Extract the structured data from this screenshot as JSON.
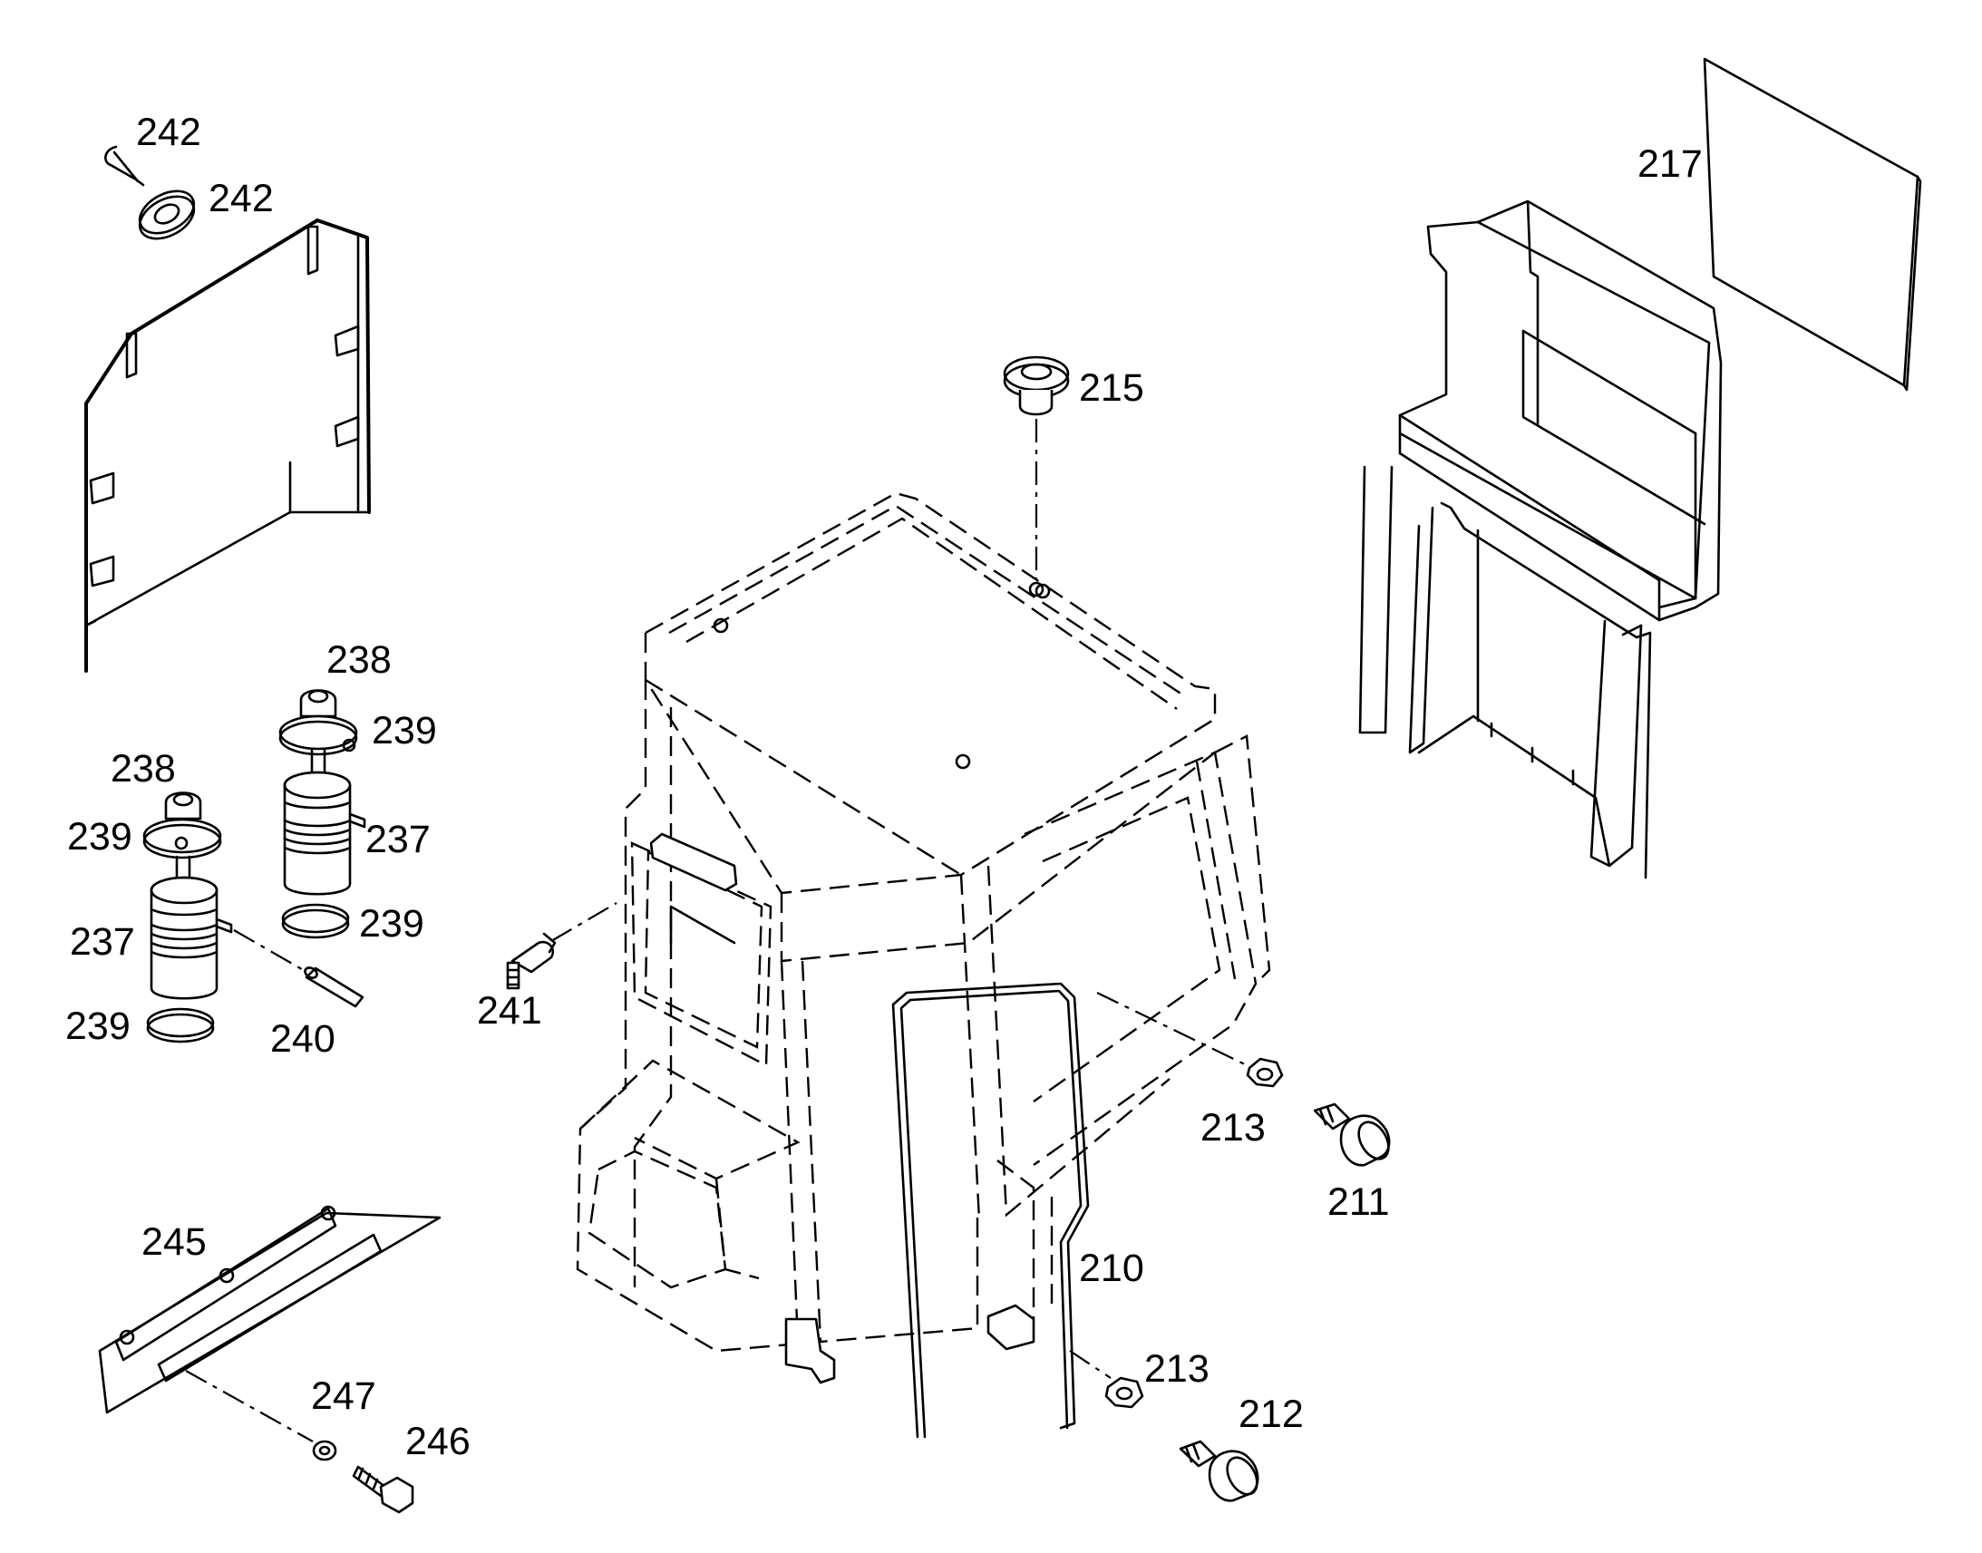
{
  "labels": {
    "l242a": "242",
    "l242b": "242",
    "l238a": "238",
    "l239a": "239",
    "l238b": "238",
    "l239b": "239",
    "l237a": "237",
    "l237b": "237",
    "l239c": "239",
    "l239d": "239",
    "l240": "240",
    "l241": "241",
    "l215": "215",
    "l217": "217",
    "l213a": "213",
    "l211": "211",
    "l210": "210",
    "l213b": "213",
    "l212": "212",
    "l245": "245",
    "l247": "247",
    "l246": "246"
  }
}
